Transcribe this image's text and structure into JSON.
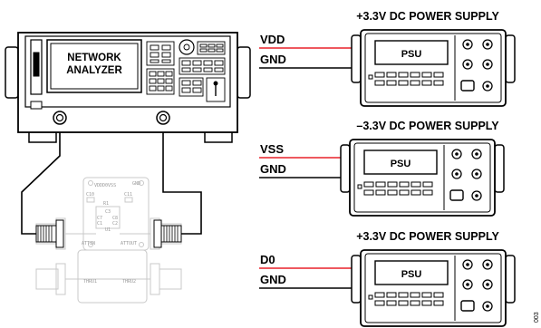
{
  "diagram": {
    "analyzer": {
      "line1": "NETWORK",
      "line2": "ANALYZER"
    },
    "supplies": [
      {
        "title": "+3.3V DC POWER SUPPLY",
        "signal": "VDD",
        "ground": "GND",
        "label": "PSU"
      },
      {
        "title": "–3.3V DC POWER SUPPLY",
        "signal": "VSS",
        "ground": "GND",
        "label": "PSU"
      },
      {
        "title": "+3.3V DC POWER SUPPLY",
        "signal": "D0",
        "ground": "GND",
        "label": "PSU"
      }
    ],
    "board": {
      "top_labels": "VDDD0VSS",
      "gnd": "GND",
      "c10": "C10",
      "c11": "C11",
      "r1": "R1",
      "c3": "C3",
      "c7": "C7",
      "c1": "C1",
      "c8": "C8",
      "c2": "C2",
      "u1": "U1",
      "attin": "ATTIN",
      "attout": "ATTOUT",
      "thru1": "THRU1",
      "thru2": "THRU2"
    },
    "figure_id": "003",
    "colors": {
      "signal_wire": "#e8202a",
      "ground_wire": "#000000",
      "outline": "#000000",
      "board_ghost": "#c8c8c8"
    }
  }
}
